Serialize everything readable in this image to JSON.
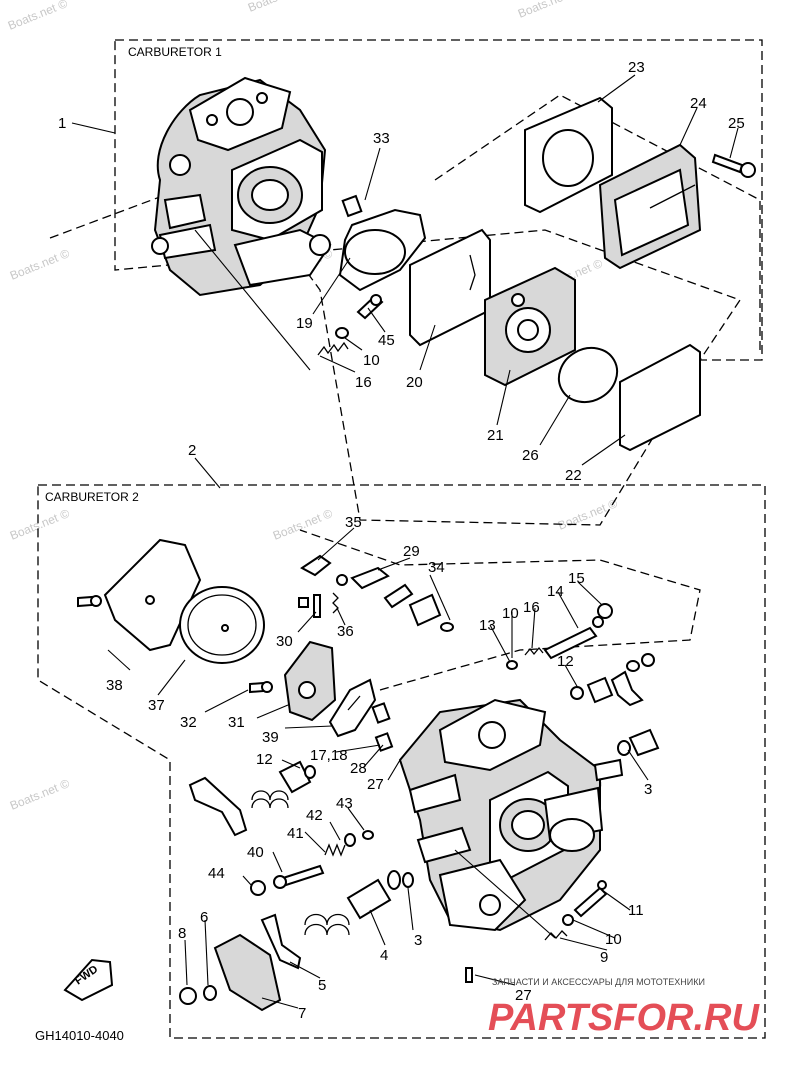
{
  "groups": {
    "carb1_title": "CARBURETOR 1",
    "carb2_title": "CARBURETOR 2"
  },
  "callouts": {
    "c1": "1",
    "c2": "2",
    "c3a": "3",
    "c3b": "3",
    "c4": "4",
    "c5": "5",
    "c6": "6",
    "c7": "7",
    "c8": "8",
    "c9": "9",
    "c10a": "10",
    "c10b": "10",
    "c10c": "10",
    "c11": "11",
    "c12a": "12",
    "c12b": "12",
    "c13": "13",
    "c14": "14",
    "c15": "15",
    "c16a": "16",
    "c16b": "16",
    "c17_18": "17,18",
    "c19": "19",
    "c20": "20",
    "c21": "21",
    "c22": "22",
    "c23": "23",
    "c24": "24",
    "c25": "25",
    "c26": "26",
    "c27a": "27",
    "c27b": "27",
    "c28": "28",
    "c29": "29",
    "c30": "30",
    "c31": "31",
    "c32": "32",
    "c33": "33",
    "c34": "34",
    "c35": "35",
    "c36": "36",
    "c37": "37",
    "c38": "38",
    "c39": "39",
    "c40": "40",
    "c41": "41",
    "c42": "42",
    "c43": "43",
    "c44": "44",
    "c45": "45"
  },
  "fwd_label": "FWD",
  "drawing_code": "GH14010-4040",
  "watermark": "Boats.net ©",
  "brand": {
    "tagline": "ЗАПЧАСТИ И АКСЕССУАРЫ ДЛЯ МОТОТЕХНИКИ",
    "logo_text": "PARTSFOR.RU",
    "logo_color": "#e0303a"
  }
}
